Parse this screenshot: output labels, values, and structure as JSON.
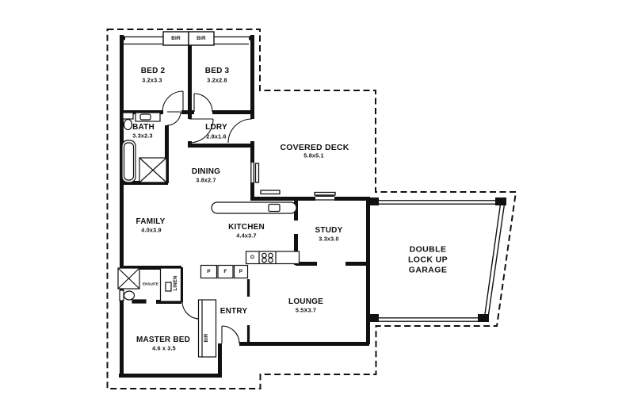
{
  "rooms": {
    "bed2": {
      "label": "BED 2",
      "dims": "3.2x3.3"
    },
    "bed3": {
      "label": "BED 3",
      "dims": "3.2x2.8"
    },
    "bath": {
      "label": "BATH",
      "dims": "3.3x2.3"
    },
    "ldry": {
      "label": "LDRY",
      "dims": "2.8x1.6"
    },
    "dining": {
      "label": "DINING",
      "dims": "3.8x2.7"
    },
    "covered_deck": {
      "label": "COVERED DECK",
      "dims": "5.8x5.1"
    },
    "family": {
      "label": "FAMILY",
      "dims": "4.0x3.9"
    },
    "kitchen": {
      "label": "KITCHEN",
      "dims": "4.4x3.7"
    },
    "study": {
      "label": "STUDY",
      "dims": "3.3x3.0"
    },
    "lounge": {
      "label": "LOUNGE",
      "dims": "5.5X3.7"
    },
    "entry": {
      "label": "ENTRY"
    },
    "master_bed": {
      "label": "MASTER BED",
      "dims": "4.6 x 3.5"
    },
    "garage": {
      "label": "DOUBLE\nLOCK UP\nGARAGE"
    }
  },
  "storage": {
    "bir_bed2": "BIR",
    "bir_bed3": "BIR",
    "bir_master": "BIR",
    "linen": "LINEN",
    "ensuite": "ENSUITE"
  },
  "kitchen_units": {
    "pantry_left": "P",
    "fridge": "F",
    "pantry_right": "P",
    "oven": "O"
  },
  "colors": {
    "walls": "#111111",
    "boundary": "#111111",
    "background": "#ffffff"
  }
}
